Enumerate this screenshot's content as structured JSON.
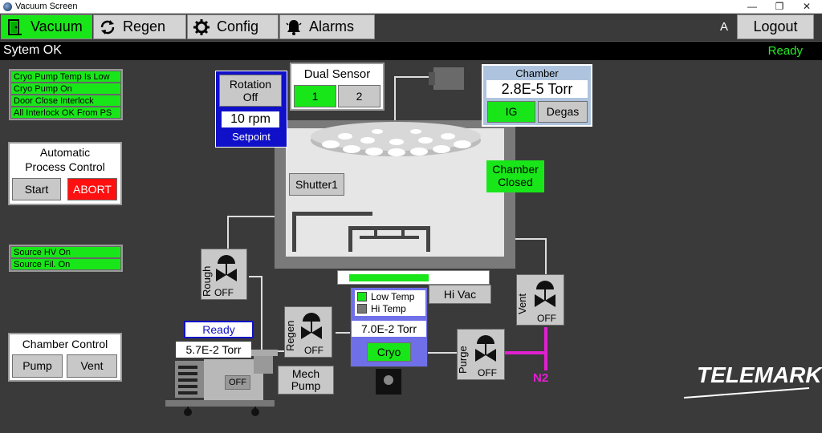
{
  "window": {
    "title": "Vacuum Screen"
  },
  "nav": {
    "tabs": [
      {
        "label": "Vacuum",
        "icon": "door-icon",
        "active": true
      },
      {
        "label": "Regen",
        "icon": "refresh-icon",
        "active": false
      },
      {
        "label": "Config",
        "icon": "gear-icon",
        "active": false
      },
      {
        "label": "Alarms",
        "icon": "bell-icon",
        "active": false
      }
    ],
    "user": "A",
    "logout": "Logout"
  },
  "status": {
    "message": "Sytem OK",
    "state": "Ready"
  },
  "interlocks": [
    "Cryo Pump Temp Is Low",
    "Cryo Pump On",
    "Door Close Interlock",
    "All Interlock OK From PS"
  ],
  "auto_control": {
    "title_line1": "Automatic",
    "title_line2": "Process Control",
    "start": "Start",
    "abort": "ABORT"
  },
  "source_status": [
    "Source HV On",
    "Source Fil. On"
  ],
  "chamber_control": {
    "title": "Chamber Control",
    "pump": "Pump",
    "vent": "Vent"
  },
  "rotation": {
    "label_line1": "Rotation",
    "label_line2": "Off",
    "rpm": "10 rpm",
    "setpoint": "Setpoint"
  },
  "dual_sensor": {
    "title": "Dual Sensor",
    "btn1": "1",
    "btn2": "2"
  },
  "chamber_gauge": {
    "title": "Chamber",
    "pressure": "2.8E-5 Torr",
    "ig": "IG",
    "degas": "Degas"
  },
  "chamber": {
    "shutter": "Shutter1",
    "status_line1": "Chamber",
    "status_line2": "Closed"
  },
  "hi_vac": {
    "label": "Hi Vac",
    "open_fraction": 0.62
  },
  "cryo": {
    "low_temp": "Low Temp",
    "hi_temp": "Hi Temp",
    "pressure": "7.0E-2 Torr",
    "button": "Cryo"
  },
  "valves": {
    "rough": {
      "label": "Rough",
      "state": "OFF"
    },
    "regen": {
      "label": "Regen",
      "state": "OFF"
    },
    "vent": {
      "label": "Vent",
      "state": "OFF"
    },
    "purge": {
      "label": "Purge",
      "state": "OFF"
    }
  },
  "mech_pump": {
    "status": "Ready",
    "pressure": "5.7E-2 Torr",
    "state": "OFF",
    "label_line1": "Mech",
    "label_line2": "Pump"
  },
  "gas": {
    "label": "N2"
  },
  "brand": "TELEMARK",
  "colors": {
    "on": "#19e619",
    "abort": "#ff1010",
    "cryo_panel": "#6f6fe8",
    "rotation_panel": "#1010c8",
    "gas_line": "#e020d0"
  }
}
